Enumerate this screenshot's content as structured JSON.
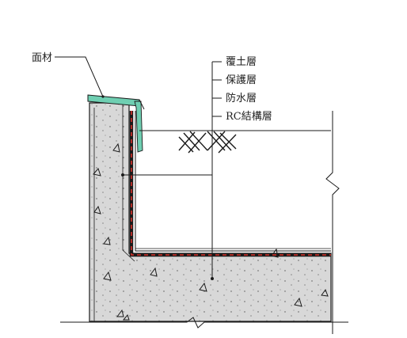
{
  "labels": {
    "finish": "面材",
    "layers": [
      "覆土層",
      "保護層",
      "防水層",
      "RC結構層"
    ]
  },
  "colors": {
    "concrete": "#d8d8d8",
    "finish": "#6fcfb2",
    "membrane": "#d9322b",
    "line": "#1a1a1a",
    "background": "#ffffff"
  }
}
